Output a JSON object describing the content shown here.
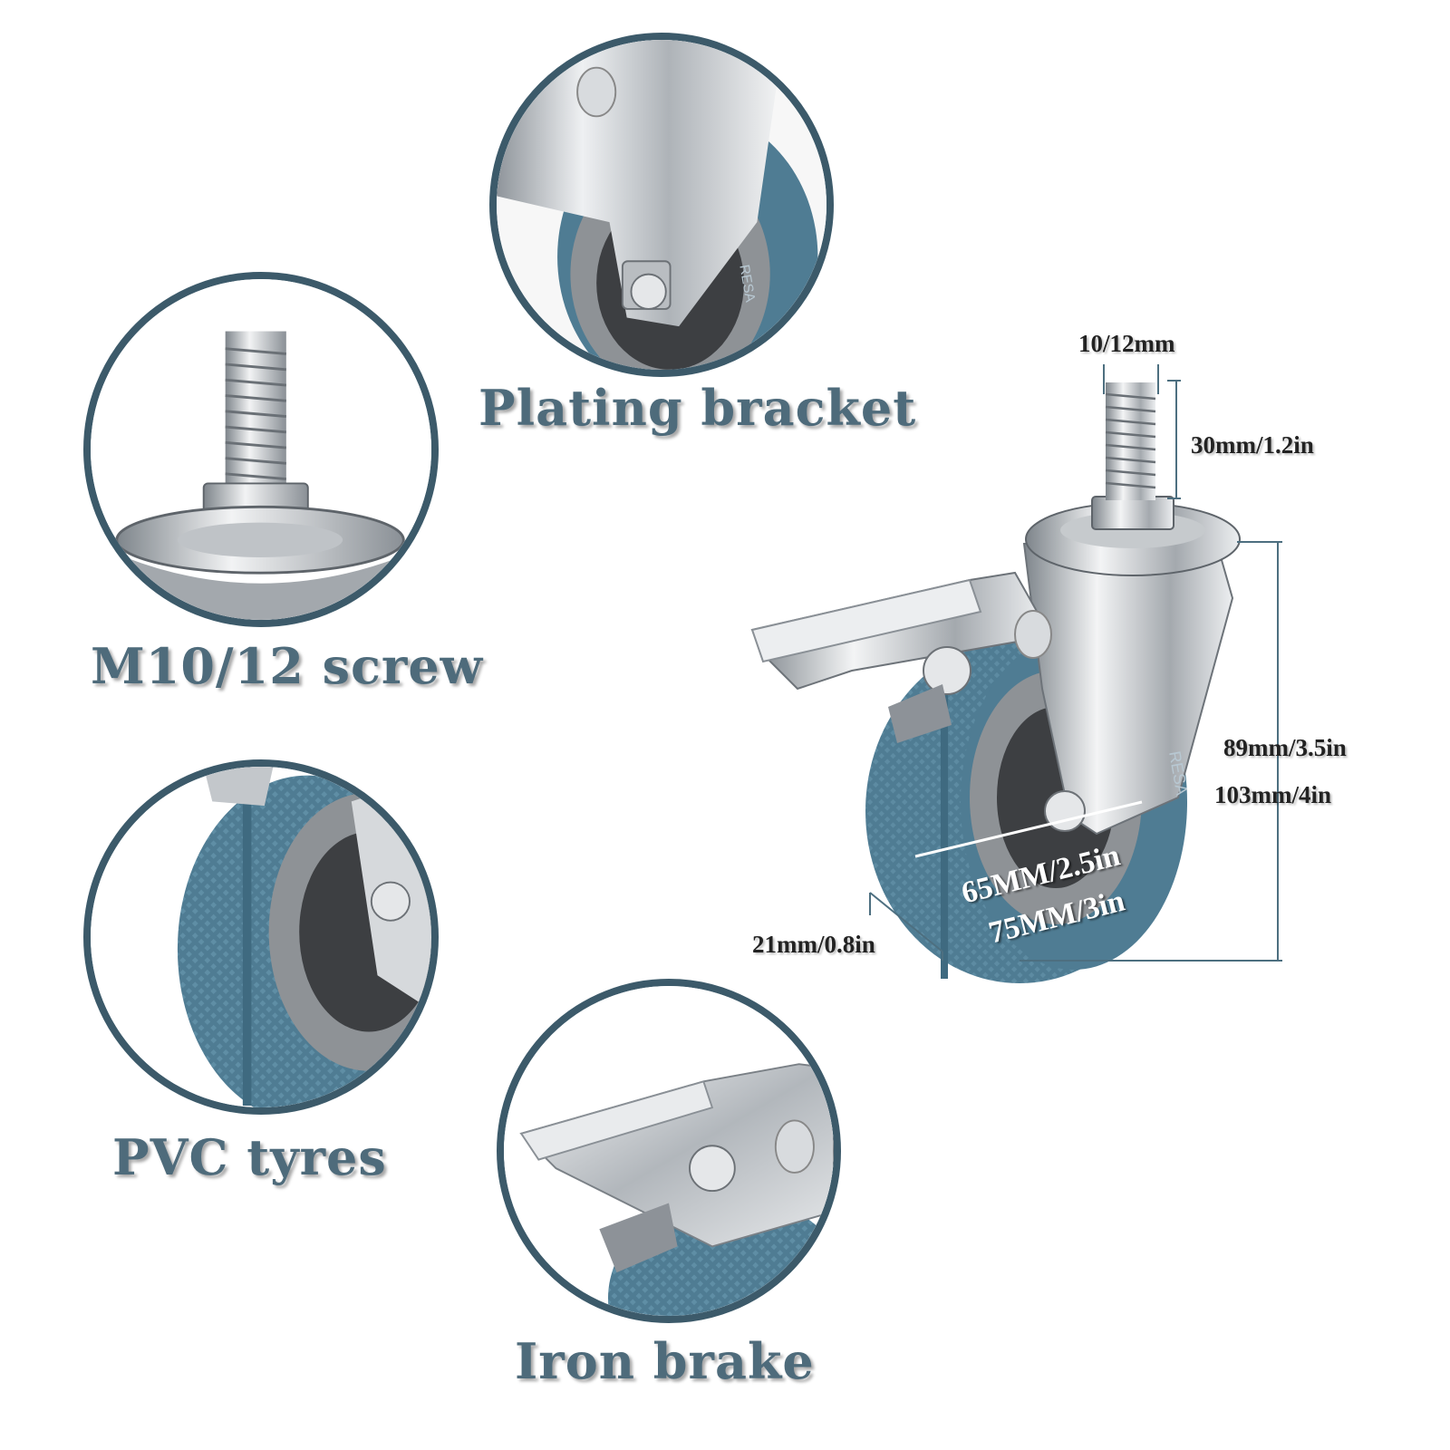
{
  "features": {
    "plating_bracket": "Plating bracket",
    "screw": "M10/12 screw",
    "tyres": "PVC tyres",
    "brake": "Iron brake"
  },
  "dimensions": {
    "thread_diameter": "10/12mm",
    "thread_length": "30mm/1.2in",
    "body_height": "89mm/3.5in",
    "total_height": "103mm/4in",
    "wheel_inner": "65MM/2.5in",
    "wheel_outer": "75MM/3in",
    "wheel_width": "21mm/0.8in",
    "wheel_marking": "RESA"
  },
  "colors": {
    "circle_border": "#3c5a6a",
    "caption_text": "#4e6b7b",
    "tyre_blue": "#4f7c93",
    "steel": "#c9ccd0"
  }
}
